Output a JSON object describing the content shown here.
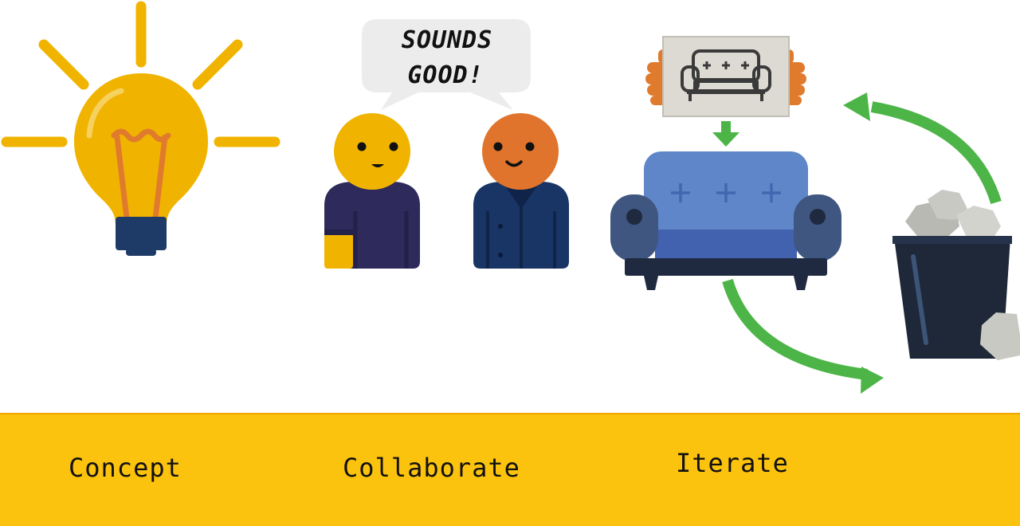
{
  "colors": {
    "band": "#fcc30e",
    "bulb": "#f0b400",
    "filament": "#e07a2c",
    "bulb_base": "#1e3a66",
    "person_left_head": "#f0b400",
    "person_right_head": "#e0742c",
    "shirt_left": "#2f2a5c",
    "shirt_right": "#183566",
    "sofa": "#5f86c8",
    "sofa_arm": "#3f5680",
    "sofa_base": "#1f2a40",
    "arrow": "#4db548",
    "bin": "#1e2838",
    "paper": "#c9c9c4"
  },
  "speech_bubble": {
    "line1": "SOUNDS",
    "line2": "GOOD!"
  },
  "icons": {
    "concept": "lightbulb-icon",
    "collaborate": "two-people-icon",
    "iterate": "sofa-sketch-icon"
  },
  "steps": [
    {
      "label": "Concept"
    },
    {
      "label": "Collaborate"
    },
    {
      "label": "Iterate"
    }
  ]
}
